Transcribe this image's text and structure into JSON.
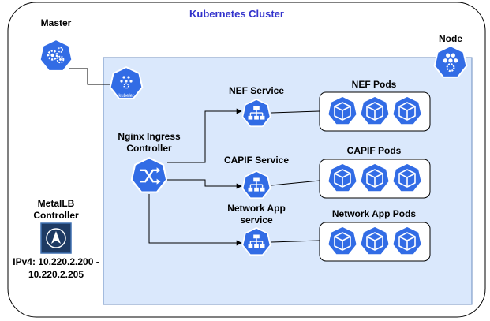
{
  "cluster_title": "Kubernetes Cluster",
  "master": {
    "label": "Master"
  },
  "node": {
    "label": "Node",
    "kubelet_label": "kubelet"
  },
  "ingress": {
    "label_line1": "Nginx Ingress",
    "label_line2": "Controller"
  },
  "services": [
    {
      "label_line1": "NEF Service",
      "label_line2": ""
    },
    {
      "label_line1": "CAPIF Service",
      "label_line2": ""
    },
    {
      "label_line1": "Network App",
      "label_line2": "service"
    }
  ],
  "pod_groups": [
    {
      "label": "NEF Pods",
      "pod_count": 3
    },
    {
      "label": "CAPIF Pods",
      "pod_count": 3
    },
    {
      "label": "Network App Pods",
      "pod_count": 3
    }
  ],
  "metallb": {
    "label_line1": "MetalLB",
    "label_line2": "Controller",
    "ip_line1": "IPv4: 10.220.2.200 -",
    "ip_line2": "10.220.2.205"
  },
  "colors": {
    "k8s_blue": "#326CE5",
    "title_blue": "#3333CC",
    "node_fill": "#DAE8FC",
    "node_stroke": "#6C8EBF",
    "metallb_bg": "#1E3A63"
  },
  "icons": {
    "master": "control-plane-icon",
    "node": "node-icon",
    "kubelet": "kubelet-icon",
    "ingress": "ingress-icon",
    "service": "service-icon",
    "pod": "pod-icon",
    "metallb": "metallb-icon"
  }
}
